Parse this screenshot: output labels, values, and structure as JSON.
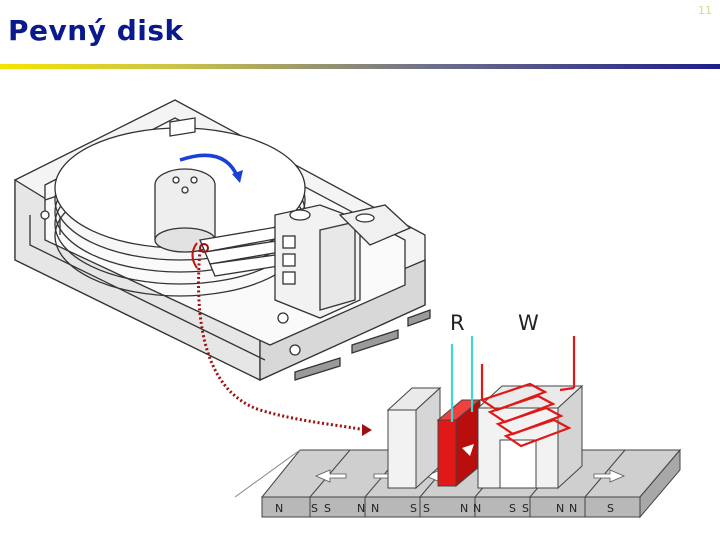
{
  "slide": {
    "title": "Pevný disk",
    "page_number": "11"
  },
  "head_labels": {
    "read": "R",
    "write": "W"
  },
  "pole_labels": [
    "N",
    "S",
    "S",
    "N",
    "N",
    "S",
    "S",
    "N",
    "N",
    "S",
    "S",
    "N",
    "N",
    "S"
  ],
  "colors": {
    "title": "#0a1a8c",
    "read_wire": "#3fd6d6",
    "write_coil": "#e01818",
    "arrow_blue": "#1a3fd6",
    "dotted_path": "#9b1010"
  }
}
